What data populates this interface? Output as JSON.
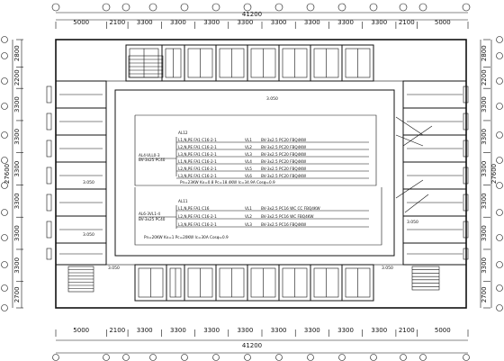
{
  "drawing": {
    "overall_width_top": "41200",
    "overall_width_bottom": "41200",
    "overall_height_left": "27600",
    "overall_height_right": "27600",
    "top_dims": [
      "5000",
      "2100",
      "3300",
      "3300",
      "3300",
      "3300",
      "3300",
      "3300",
      "3300",
      "3300",
      "2100",
      "5000"
    ],
    "bottom_dims": [
      "5000",
      "2100",
      "3300",
      "3300",
      "3300",
      "3300",
      "3300",
      "3300",
      "3300",
      "3300",
      "2100",
      "5000"
    ],
    "left_dims": [
      "2800",
      "2200",
      "3300",
      "3300",
      "3300",
      "3300",
      "3300",
      "3300",
      "2700"
    ],
    "right_dims": [
      "2800",
      "2200",
      "3300",
      "3300",
      "3300",
      "3300",
      "3300",
      "3300",
      "2700"
    ],
    "levels": [
      "3.050",
      "3.050",
      "3.050",
      "3.050",
      "3.050",
      "3.050"
    ]
  },
  "schedule": {
    "panel1": {
      "name": "AL12",
      "incoming": [
        "AL4-VLL0-3",
        "BV-3x25 PC40"
      ],
      "feeders": [
        {
          "breaker": "L1,N,PE  FA1 C16-2-1",
          "circuit": "VL1",
          "cable": "BV-3x2.5 PC20 FBQ4KW"
        },
        {
          "breaker": "L2,N,PE  FA1 C16-2-1",
          "circuit": "VL2",
          "cable": "BV-3x2.5 PC20 FBQ4KW"
        },
        {
          "breaker": "L3,N,PE  FA1 C16-2-1",
          "circuit": "VL3",
          "cable": "BV-3x2.5 PC20 FBQ4KW"
        },
        {
          "breaker": "L1,N,PE  FA1 C16-2-1",
          "circuit": "VL4",
          "cable": "BV-3x2.5 PC20 FBQ4KW"
        },
        {
          "breaker": "L2,N,PE  FA1 C16-2-1",
          "circuit": "VL5",
          "cable": "BV-3x2.5 PC20 FBQ4KW"
        },
        {
          "breaker": "L3,N,PE  FA1 C16-2-1",
          "circuit": "VL6",
          "cable": "BV-3x2.5 PC20 FBQ4KW"
        }
      ],
      "note": "Pn=23KW  Kx=0.8  Pc=18.4KW  Ic=34.9A  Cosφ=0.9"
    },
    "panel2": {
      "name": "AL11",
      "incoming": [
        "AL6-3VL1-4",
        "BV-3x25 PC40"
      ],
      "feeders": [
        {
          "breaker": "L1,N,PE  FA1 C16",
          "circuit": "VL1",
          "cable": "BV-3x2.5 PC16 WC CC FBQ4KW"
        },
        {
          "breaker": "L2,N,PE  FA1 C16-2-1",
          "circuit": "VL2",
          "cable": "BV-3x2.5 PC16 WC FBQ4KW"
        },
        {
          "breaker": "L3,N,PE  FA1 C16-2-1",
          "circuit": "VL3",
          "cable": "BV-3x2.5 PC16 FBQ4KW"
        }
      ],
      "note": "Pn=20KW  Kx=1  Pc=20KW  Ic=30A  Cosφ=0.9"
    }
  }
}
